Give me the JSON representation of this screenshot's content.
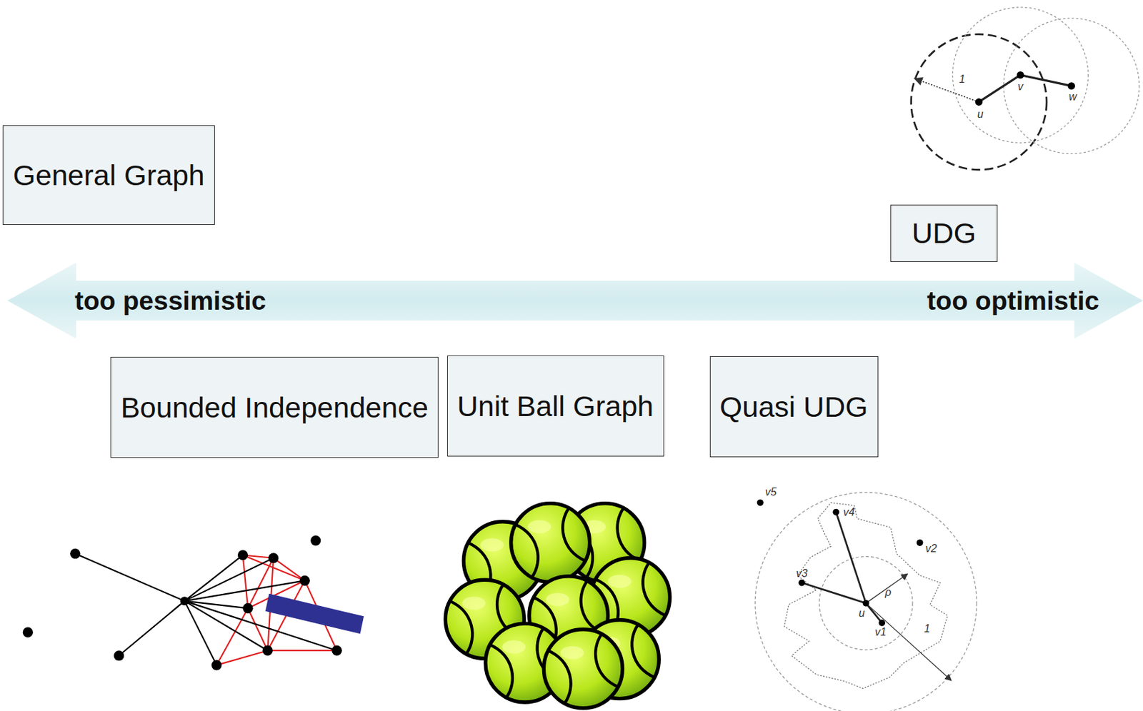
{
  "diagram": {
    "nodes": [
      {
        "text": [
          "General Graph"
        ]
      },
      {
        "text": [
          "UDG"
        ]
      },
      {
        "text": [
          "too pessimistic",
          "too optimistic"
        ]
      },
      {
        "text": [
          "Bounded Independence"
        ]
      },
      {
        "text": [
          "Unit Ball Graph"
        ]
      },
      {
        "text": [
          "Quasi UDG"
        ]
      }
    ],
    "labels": [
      "1",
      "u",
      "v",
      "w",
      "v5",
      "v4",
      "v2",
      "v3",
      "ρ",
      "u",
      "v1",
      "1"
    ]
  }
}
